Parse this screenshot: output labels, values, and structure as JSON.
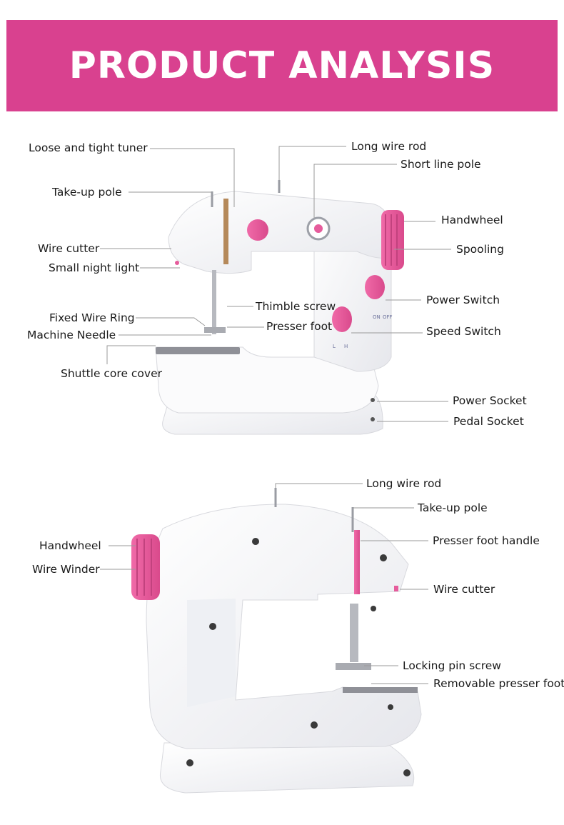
{
  "banner": {
    "title": "PRODUCT ANALYSIS",
    "color": "#d9418f"
  },
  "front_view": {
    "labels": {
      "loose_tight_tuner": "Loose and tight tuner",
      "take_up_pole": "Take-up pole",
      "wire_cutter": "Wire cutter",
      "small_night_light": "Small night light",
      "fixed_wire_ring": "Fixed Wire Ring",
      "machine_needle": "Machine Needle",
      "shuttle_core_cover": "Shuttle core cover",
      "long_wire_rod": "Long wire rod",
      "short_line_pole": "Short line pole",
      "handwheel": "Handwheel",
      "spooling": "Spooling",
      "power_switch": "Power Switch",
      "thimble_screw": "Thimble screw",
      "presser_foot": "Presser foot",
      "speed_switch": "Speed Switch",
      "power_socket": "Power Socket",
      "pedal_socket": "Pedal Socket"
    },
    "switch_marks": {
      "on": "ON",
      "off": "OFF",
      "low": "L",
      "high": "H"
    }
  },
  "back_view": {
    "labels": {
      "long_wire_rod": "Long wire rod",
      "take_up_pole": "Take-up pole",
      "handwheel": "Handwheel",
      "presser_foot_handle": "Presser foot handle",
      "wire_winder": "Wire Winder",
      "wire_cutter": "Wire cutter",
      "locking_pin_screw": "Locking pin screw",
      "removable_presser_foot": "Removable presser foot"
    }
  },
  "colors": {
    "accent_pink": "#e65c9c",
    "body_white": "#f7f7f9",
    "shadow": "#dcdde3"
  }
}
